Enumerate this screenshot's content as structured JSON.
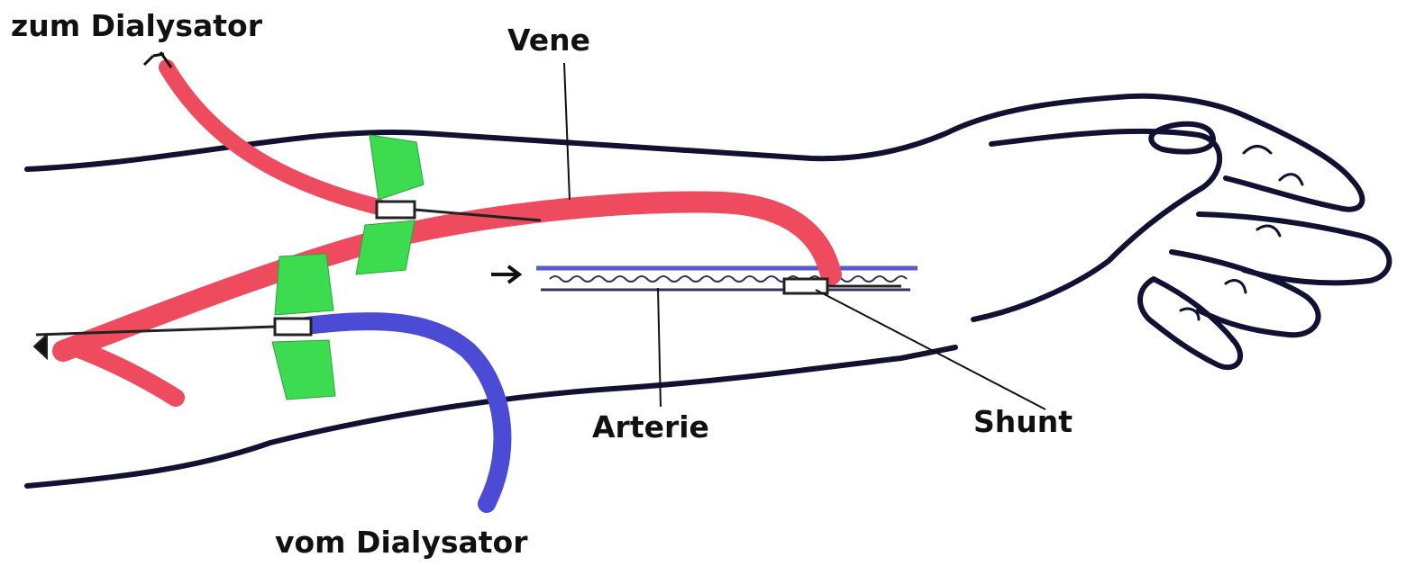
{
  "labels": {
    "to_dialyzer": "zum Dialysator",
    "vein": "Vene",
    "artery": "Arterie",
    "shunt": "Shunt",
    "from_dialyzer": "vom Dialysator"
  },
  "colors": {
    "vein": "#ee4b5f",
    "return_tube": "#4b4bd6",
    "tape": "#3ddb4f",
    "outline": "#111133",
    "artery": "#5a5acf"
  }
}
